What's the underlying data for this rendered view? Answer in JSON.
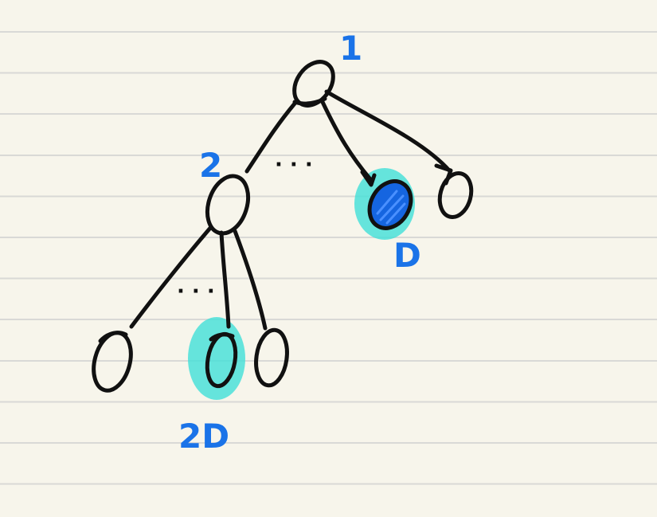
{
  "labels": {
    "root": "1",
    "level2": "2",
    "depth_d": "D",
    "depth_2d": "2D"
  },
  "ellipsis": {
    "upper": "· · ·",
    "lower": "· · ·"
  },
  "colors": {
    "ink": "#111111",
    "label": "#1a73e8",
    "highlight": "#40e0d8",
    "filled_node": "#1565e0",
    "paper": "#f7f5eb",
    "rule_line": "#d9d9d6"
  }
}
